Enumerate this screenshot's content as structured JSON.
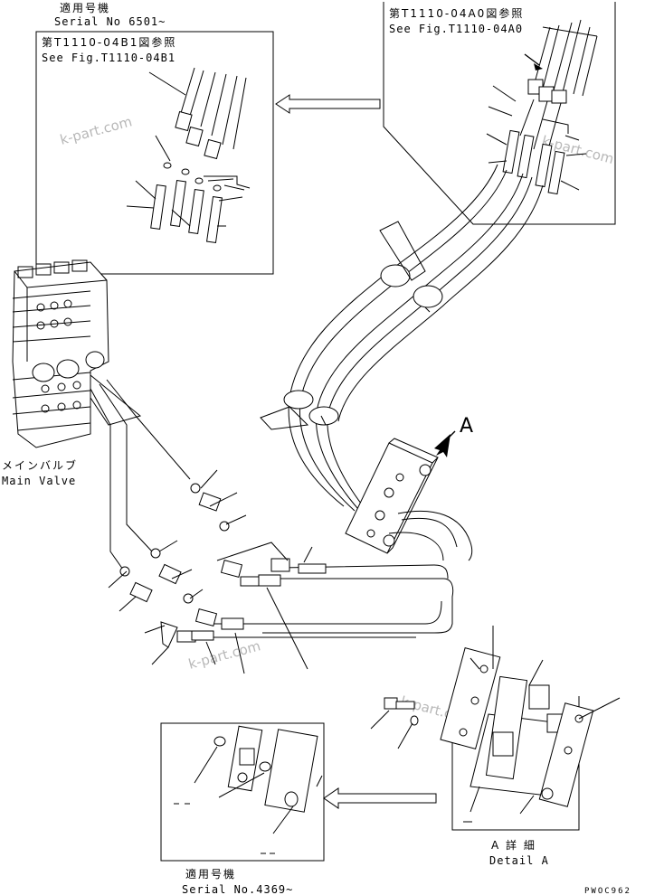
{
  "inset_top_left": {
    "serial_label_jp": "適用号機",
    "serial_label_en": "Serial No 6501~",
    "ref_jp": "第T1110-04B1図参照",
    "ref_en": "See Fig.T1110-04B1"
  },
  "inset_top_right": {
    "ref_jp": "第T1110-04A0図参照",
    "ref_en": "See Fig.T1110-04A0"
  },
  "main_valve": {
    "label_jp": "メインバルブ",
    "label_en": "Main Valve"
  },
  "view_marker": "A",
  "detail": {
    "label_jp": "A 詳 細",
    "label_en": "Detail A"
  },
  "inset_bottom": {
    "serial_label_jp": "適用号機",
    "serial_label_en": "Serial No.4369~"
  },
  "drawing_code": "PWOC962",
  "watermarks": [
    "k-part.com",
    "k-part.com",
    "k-part.com",
    "k-part.com"
  ]
}
